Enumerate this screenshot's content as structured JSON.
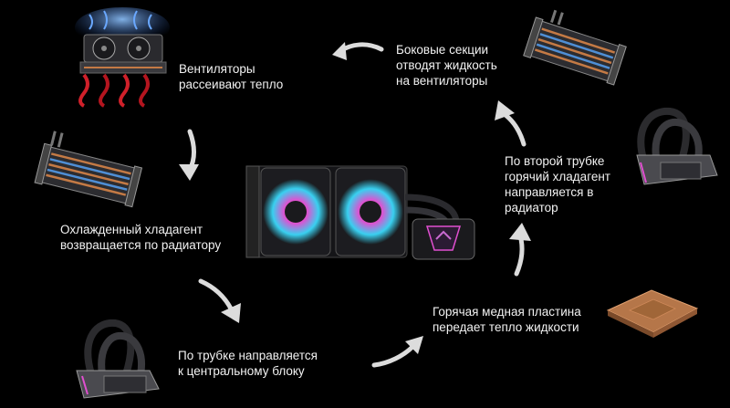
{
  "steps": [
    {
      "lines": [
        "Вентиляторы",
        "рассеивают тепло"
      ]
    },
    {
      "lines": [
        "Боковые секции",
        "отводят жидкость",
        "на вентиляторы"
      ]
    },
    {
      "lines": [
        "Охлажденный хладагент",
        "возвращается по радиатору"
      ]
    },
    {
      "lines": [
        "По второй трубке",
        "горячий хладагент",
        "направляется в",
        "радиатор"
      ]
    },
    {
      "lines": [
        "По трубке направляется",
        "к центральному блоку"
      ]
    },
    {
      "lines": [
        "Горячая медная пластина",
        "передает тепло жидкости"
      ]
    }
  ],
  "colors": {
    "background": "#000000",
    "text": "#f2f2f2",
    "arrow": "#dcdcdc",
    "copper": "#c47a45",
    "coolant_blue": "#4f8fd6",
    "heat_red": "#d0202a",
    "rgb_pink": "#e04fd0",
    "rgb_cyan": "#39d0f0"
  },
  "icons": [
    "fan-radiator-heat-icon",
    "radiator-side-sections-icon",
    "radiator-coolant-icon",
    "pump-block-icon",
    "copper-plate-icon",
    "aio-cooler-icon"
  ]
}
